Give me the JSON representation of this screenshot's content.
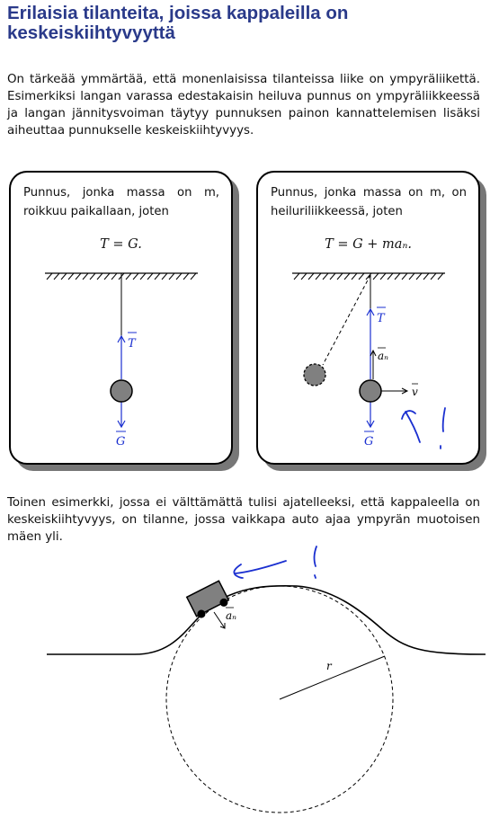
{
  "title": "Erilaisia tilanteita, joissa kappaleilla on keskeiskiihtyvyyttä",
  "intro": "On tärkeää ymmärtää, että monenlaisissa tilanteissa liike on ympyräliikettä. Esimerkiksi langan varassa edestakaisin heiluva punnus on ympyräliikkeessä ja langan jännitysvoiman täytyy punnuksen painon kannattelemisen lisäksi aiheuttaa punnukselle keskeiskiihtyvyys.",
  "card_left": {
    "text": "Punnus, jonka massa on m, roikkuu paikallaan, joten",
    "formula": "T = G.",
    "label_T": "T",
    "label_G": "G"
  },
  "card_right": {
    "text": "Punnus, jonka massa on m, on heiluriliikkeessä, joten",
    "formula": "T = G + maₙ.",
    "label_T": "T",
    "label_an": "aₙ",
    "label_v": "v",
    "label_G": "G"
  },
  "second": "Toinen esimerkki, jossa ei välttämättä tulisi ajatelleeksi, että kappaleella on keskeiskiihtyvyys, on tilanne, jossa vaikkapa auto ajaa ympyrän muotoisen mäen yli.",
  "hill": {
    "label_an": "aₙ",
    "label_r": "r"
  }
}
